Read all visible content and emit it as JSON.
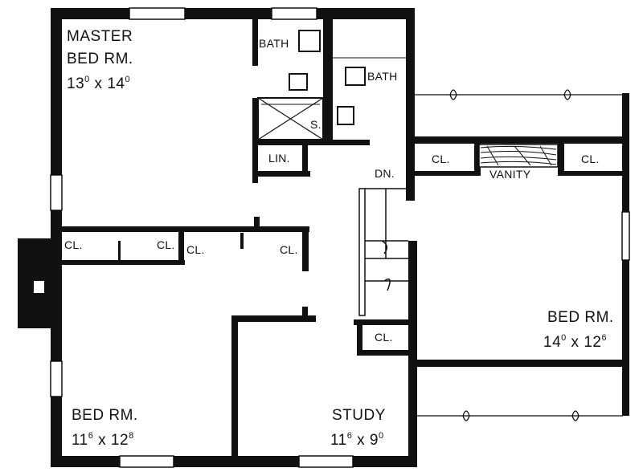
{
  "title": "",
  "rooms": {
    "master": {
      "name1": "MASTER",
      "name2": "BED RM.",
      "w": "13",
      "w_in": "0",
      "sep": "x",
      "h": "14",
      "h_in": "0"
    },
    "bed_right": {
      "name": "BED RM.",
      "w": "14",
      "w_in": "0",
      "sep": "x",
      "h": "12",
      "h_in": "6"
    },
    "bed_left": {
      "name": "BED RM.",
      "w": "11",
      "w_in": "6",
      "sep": "x",
      "h": "12",
      "h_in": "8"
    },
    "study": {
      "name": "STUDY",
      "w": "11",
      "w_in": "6",
      "sep": "x",
      "h": "9",
      "h_in": "0"
    }
  },
  "labels": {
    "bath_1": "BATH",
    "bath_2": "BATH",
    "shower": "S.",
    "linen": "LIN.",
    "stair_down": "DN.",
    "vanity": "VANITY",
    "closet_vanity_left": "CL.",
    "closet_vanity_right": "CL.",
    "closet_left_1": "CL.",
    "closet_left_2": "CL.",
    "closet_mid_1": "CL.",
    "closet_mid_2": "CL.",
    "closet_stair": "CL."
  },
  "colors": {
    "wall": "#111111",
    "paper": "#ffffff"
  }
}
